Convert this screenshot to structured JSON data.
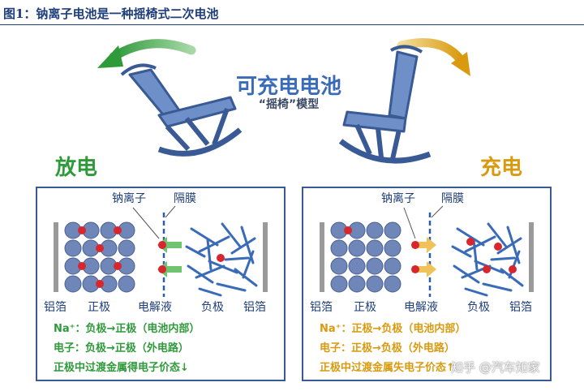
{
  "figure_title": "图1：钠离子电池是一种摇椅式二次电池",
  "center_title": "可充电电池",
  "center_subtitle": "“摇椅”模型",
  "discharge_label": "放电",
  "charge_label": "充电",
  "left_panel": {
    "ion_label": "钠离子",
    "separator_label": "隔膜",
    "bottom_labels": [
      "铝箔",
      "正极",
      "电解液",
      "负极",
      "铝箔"
    ],
    "lines": [
      "Na⁺：负极→正极（电池内部）",
      "电子：负极→正极（外电路）",
      "正极中过渡金属得电子价态↓"
    ]
  },
  "right_panel": {
    "ion_label": "钠离子",
    "separator_label": "隔膜",
    "bottom_labels": [
      "铝箔",
      "正极",
      "电解液",
      "负极",
      "铝箔"
    ],
    "lines": [
      "Na⁺：正极→负极（电池内部）",
      "电子：正极→负极（外电路）",
      "正极中过渡金属失电子价态↑"
    ]
  },
  "watermark": "知乎 @汽车知家",
  "colors": {
    "title": "#1f3f7a",
    "chair": "#3a5a96",
    "discharge": "#2e9a3a",
    "charge": "#d99a0f",
    "sphere": "#6f86b8",
    "sodium": "#d8262e"
  }
}
